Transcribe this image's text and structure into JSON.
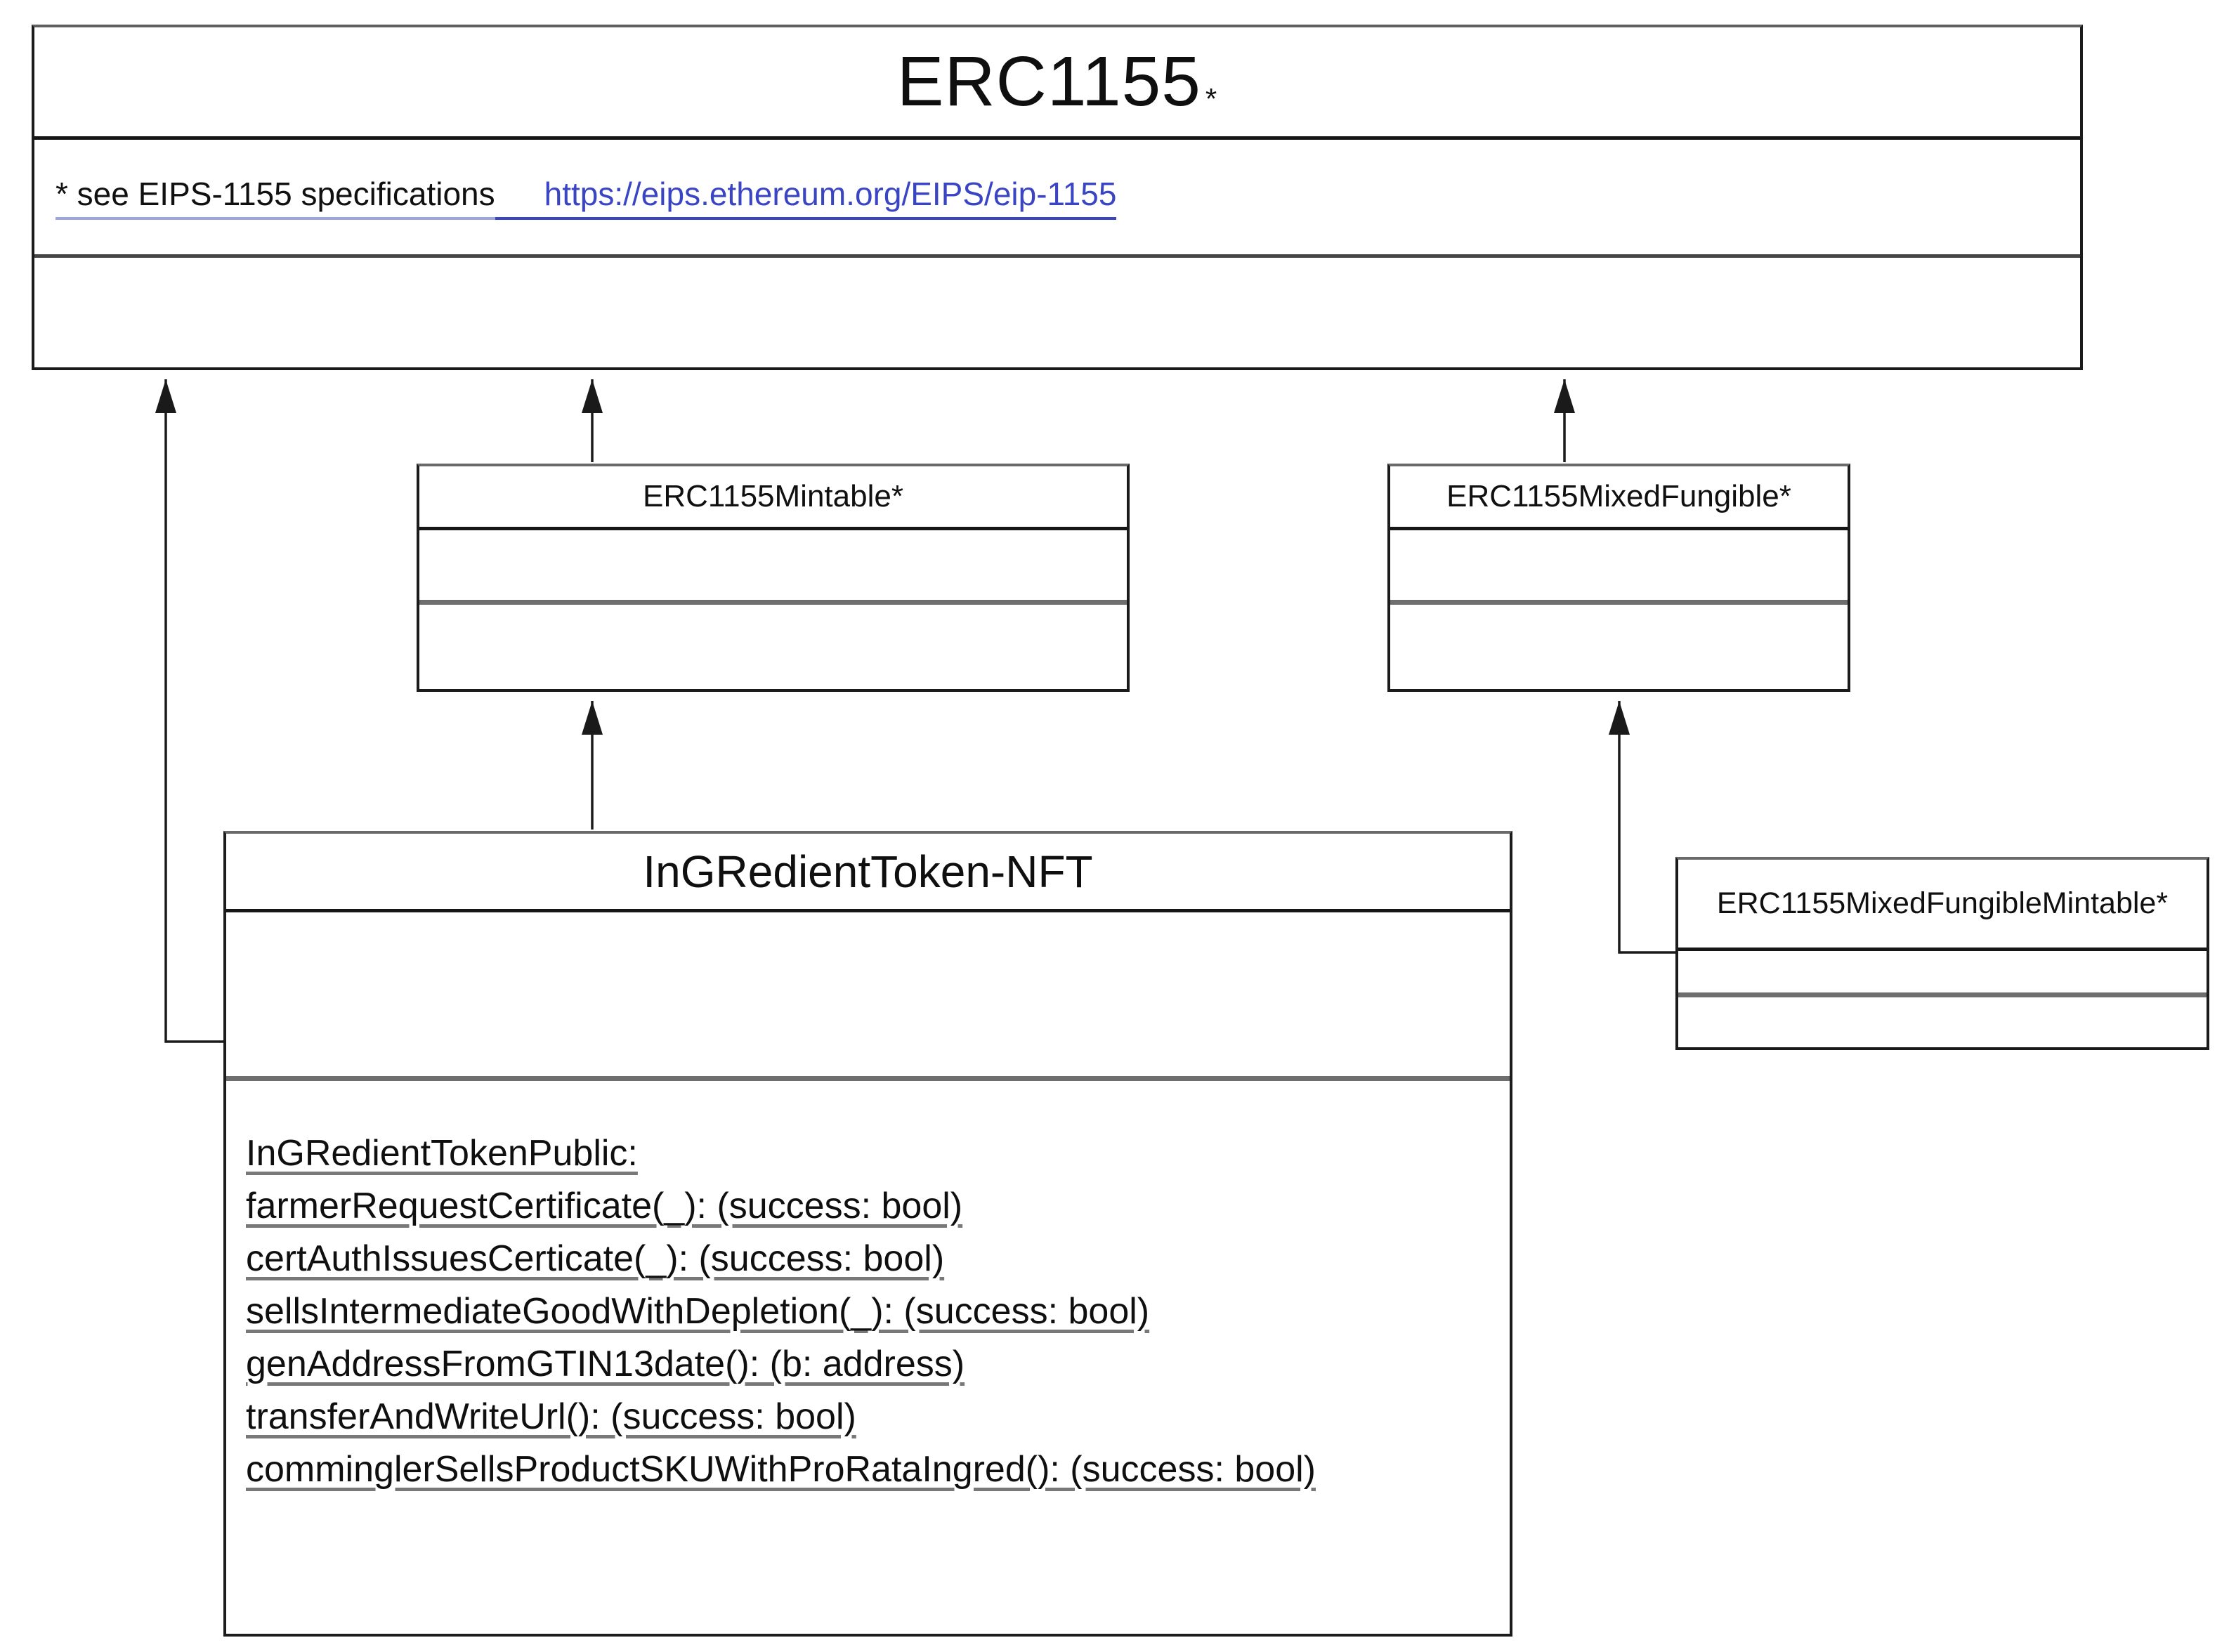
{
  "diagram": {
    "classes": {
      "erc1155": {
        "title": "ERC1155",
        "title_star": "*",
        "note_text": "* see EIPS-1155 specifications",
        "note_link": "https://eips.ethereum.org/EIPS/eip-1155"
      },
      "mintable": {
        "title": "ERC1155Mintable*"
      },
      "mixed_fungible": {
        "title": "ERC1155MixedFungible*"
      },
      "ingredient_token": {
        "title": "InGRedientToken-NFT",
        "methods": [
          "InGRedientTokenPublic:",
          "farmerRequestCertificate(_): (success: bool)",
          "certAuthIssuesCerticate(_): (success: bool)",
          "sellsIntermediateGoodWithDepletion(_): (success: bool)",
          "genAddressFromGTIN13date(): (b: address)",
          "transferAndWriteUrl(): (success: bool)",
          "comminglerSellsProductSKUWithProRataIngred(): (success: bool)"
        ]
      },
      "mixed_fungible_mintable": {
        "title": "ERC1155MixedFungibleMintable*"
      }
    },
    "colors": {
      "link_blue": "#3a45c4",
      "link_underline_light": "#9ca5de",
      "line_color": "#1a1a1a"
    }
  }
}
